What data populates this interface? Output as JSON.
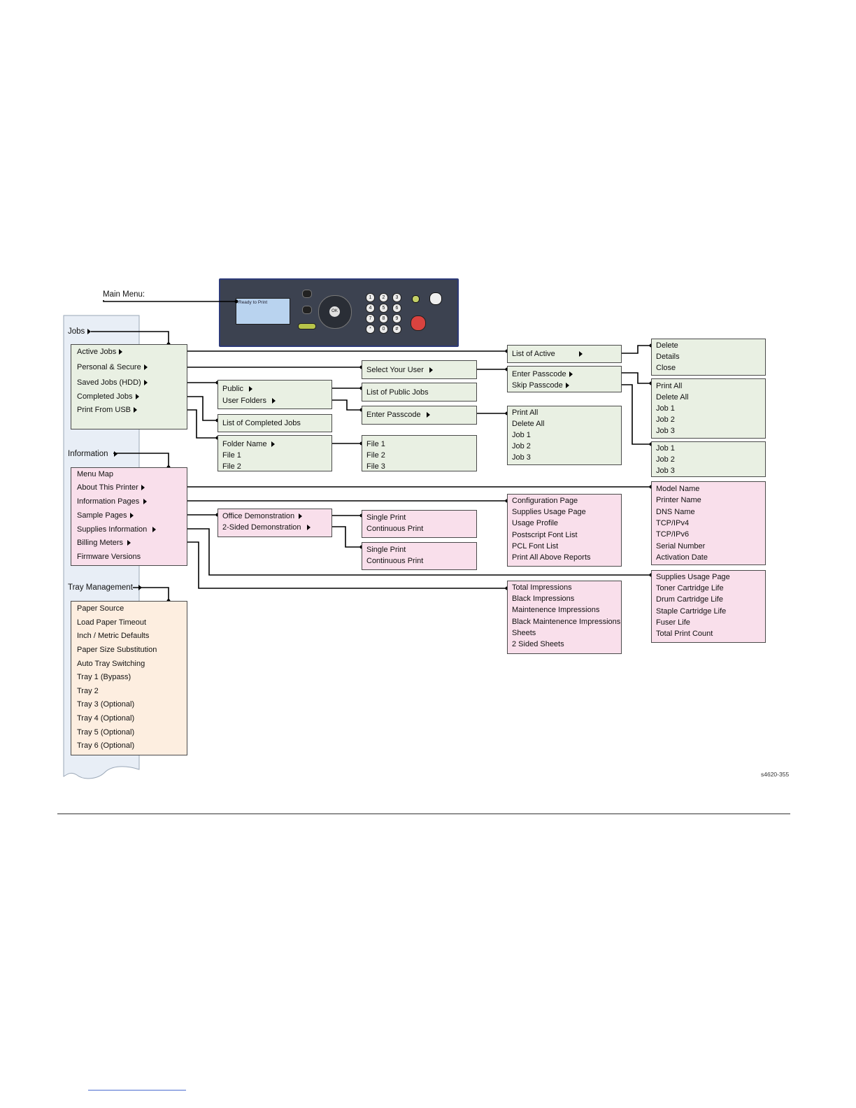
{
  "main_menu_label": "Main Menu:",
  "lcd_text": "Ready to Print",
  "ok_label": "OK",
  "keypad_keys": [
    "1",
    "2",
    "3",
    "4",
    "5",
    "6",
    "7",
    "8",
    "9",
    "*",
    "0",
    "#"
  ],
  "jobs": {
    "title": "Jobs",
    "items": [
      "Active Jobs",
      "Personal & Secure",
      "Saved Jobs (HDD)",
      "Completed Jobs",
      "Print From USB"
    ]
  },
  "information": {
    "title": "Information",
    "items": [
      "Menu Map",
      "About This Printer",
      "Information Pages",
      "Sample Pages",
      "Supplies Information",
      "Billing Meters",
      "Firmware Versions"
    ]
  },
  "tray_management": {
    "title": "Tray Management",
    "items": [
      "Paper Source",
      "Load Paper Timeout",
      "Inch / Metric Defaults",
      "Paper Size Substitution",
      "Auto Tray Switching",
      "Tray 1 (Bypass)",
      "Tray 2",
      "Tray 3 (Optional)",
      "Tray 4 (Optional)",
      "Tray 5 (Optional)",
      "Tray 6 (Optional)"
    ]
  },
  "saved_jobs_sub": [
    "Public",
    "User Folders"
  ],
  "completed_jobs_sub": [
    "List of Completed Jobs"
  ],
  "usb_sub": [
    "Folder Name",
    "File 1",
    "File 2"
  ],
  "select_user": [
    "Select Your User"
  ],
  "public_jobs": [
    "List of Public Jobs"
  ],
  "enter_passcode_folder": [
    "Enter Passcode"
  ],
  "usb_files": [
    "File 1",
    "File 2",
    "File 3"
  ],
  "list_of_active": [
    "List of Active"
  ],
  "passcode_options": [
    "Enter Passcode",
    "Skip Passcode"
  ],
  "saved_print_options": [
    "Print All",
    "Delete All",
    "Job 1",
    "Job 2",
    "Job 3"
  ],
  "active_actions": [
    "Delete",
    "Details",
    "Close"
  ],
  "secure_print_options": [
    "Print All",
    "Delete All",
    "Job 1",
    "Job 2",
    "Job 3"
  ],
  "skip_jobs": [
    "Job 1",
    "Job 2",
    "Job 3"
  ],
  "about_printer": [
    "Model Name",
    "Printer Name",
    "DNS Name",
    "TCP/IPv4",
    "TCP/IPv6",
    "Serial Number",
    "Activation Date"
  ],
  "info_pages": [
    "Configuration Page",
    "Supplies Usage Page",
    "Usage Profile",
    "Postscript Font List",
    "PCL Font List",
    "Print All Above Reports"
  ],
  "sample_pages": [
    "Office Demonstration",
    "2-Sided Demonstration"
  ],
  "office_demo_opts": [
    "Single Print",
    "Continuous Print"
  ],
  "two_sided_demo_opts": [
    "Single Print",
    "Continuous Print"
  ],
  "supplies_info": [
    "Supplies Usage Page",
    "Toner Cartridge Life",
    "Drum Cartridge Life",
    "Staple Cartridge Life",
    "Fuser Life",
    "Total Print Count"
  ],
  "billing_meters": [
    "Total Impressions",
    "Black Impressions",
    "Maintenence Impressions",
    "Black Maintenence Impressions",
    "Sheets",
    "2 Sided Sheets"
  ],
  "figure_id": "s4620-355",
  "colors": {
    "green_box": "#e9f0e3",
    "pink_box": "#f9dfeb",
    "peach_box": "#fdeee0",
    "panel": "#3c4250",
    "stop_button": "#d9433f"
  }
}
